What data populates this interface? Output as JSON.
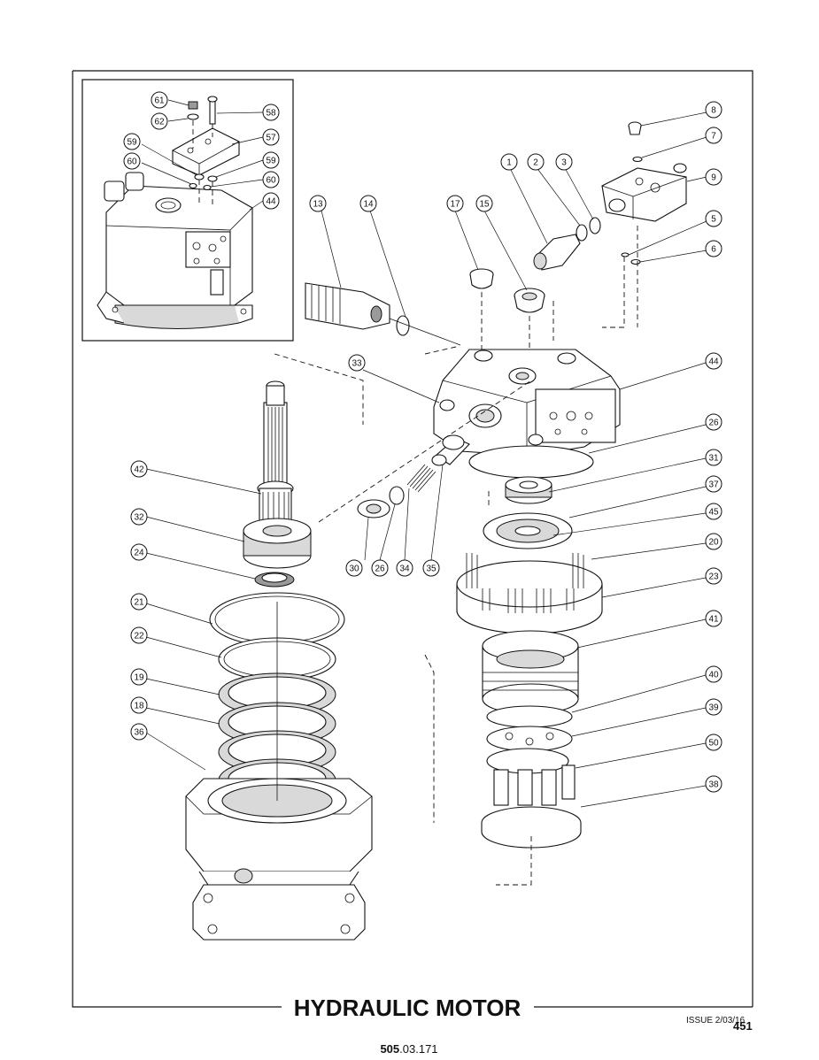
{
  "title": "HYDRAULIC MOTOR",
  "issue": "ISSUE 2/03/16",
  "page_number": "451",
  "document_number": {
    "bold": "505",
    "rest": ".03.171"
  },
  "callouts": {
    "c1": "1",
    "c2": "2",
    "c3": "3",
    "c5": "5",
    "c6": "6",
    "c7": "7",
    "c8": "8",
    "c9": "9",
    "c13": "13",
    "c14": "14",
    "c15": "15",
    "c17": "17",
    "c18": "18",
    "c19": "19",
    "c20": "20",
    "c21": "21",
    "c22": "22",
    "c23": "23",
    "c24": "24",
    "c26a": "26",
    "c26b": "26",
    "c30": "30",
    "c31": "31",
    "c32": "32",
    "c33": "33",
    "c34": "34",
    "c35": "35",
    "c36": "36",
    "c37": "37",
    "c38": "38",
    "c39": "39",
    "c40": "40",
    "c41": "41",
    "c42": "42",
    "c44a": "44",
    "c44b": "44",
    "c45": "45",
    "c50": "50",
    "c57": "57",
    "c58": "58",
    "c59a": "59",
    "c59b": "59",
    "c60a": "60",
    "c60b": "60",
    "c61": "61",
    "c62": "62"
  }
}
